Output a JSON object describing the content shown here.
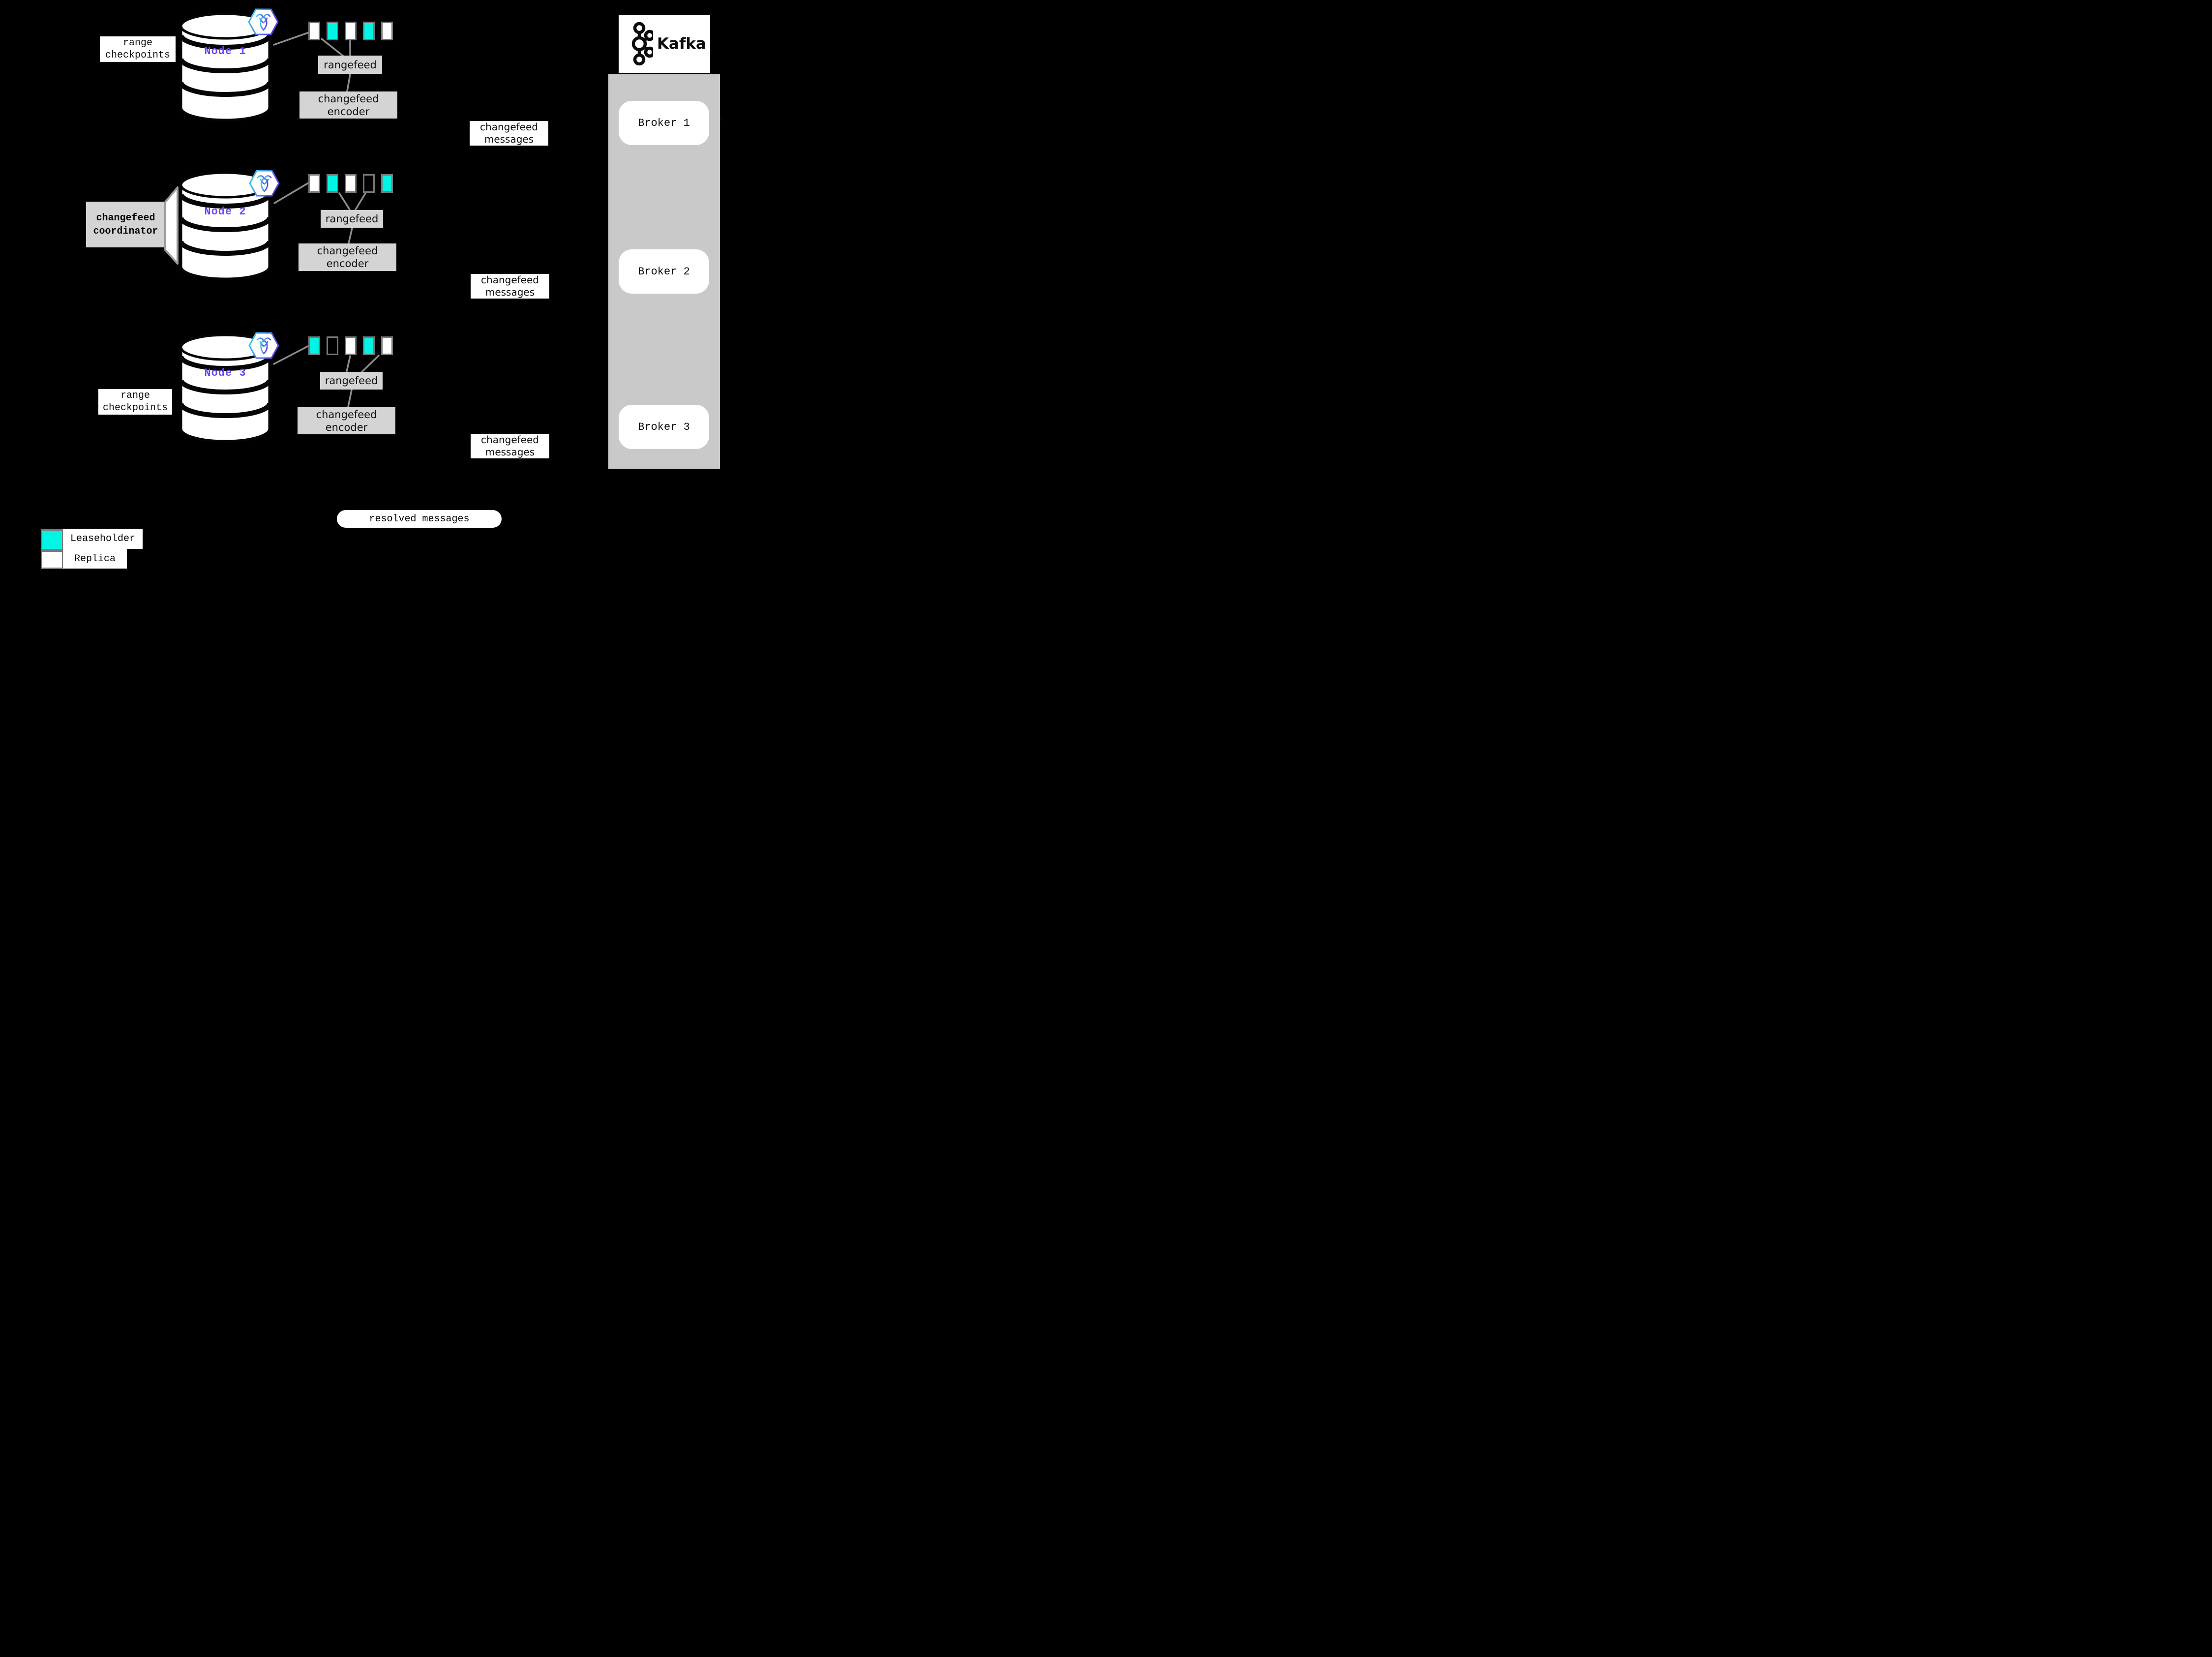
{
  "colors": {
    "leaseholder_cyan": "#00F5E5",
    "node_purple": "#6B46F2",
    "box_gray": "#d4d4d4",
    "panel_gray": "#c9c9c9",
    "background": "#000000"
  },
  "nodes": [
    {
      "name": "Node 1",
      "side_label": "range checkpoints",
      "rangefeed_label": "rangefeed",
      "encoder_label": "changefeed encoder",
      "messages_label": "changefeed messages",
      "replicas": [
        "replica",
        "leaseholder",
        "replica",
        "leaseholder",
        "replica"
      ]
    },
    {
      "name": "Node 2",
      "side_label": "changefeed coordinator",
      "rangefeed_label": "rangefeed",
      "encoder_label": "changefeed encoder",
      "messages_label": "changefeed messages",
      "replicas": [
        "replica",
        "leaseholder",
        "replica",
        "empty",
        "leaseholder"
      ]
    },
    {
      "name": "Node 3",
      "side_label": "range checkpoints",
      "rangefeed_label": "rangefeed",
      "encoder_label": "changefeed encoder",
      "messages_label": "changefeed messages",
      "replicas": [
        "leaseholder",
        "empty",
        "replica",
        "leaseholder",
        "replica"
      ]
    }
  ],
  "kafka": {
    "title": "Kafka",
    "brokers": [
      "Broker 1",
      "Broker 2",
      "Broker 3"
    ]
  },
  "resolved_label": "resolved messages",
  "legend": {
    "items": [
      {
        "label": "Leaseholder",
        "type": "leaseholder"
      },
      {
        "label": "Replica",
        "type": "replica"
      }
    ]
  }
}
